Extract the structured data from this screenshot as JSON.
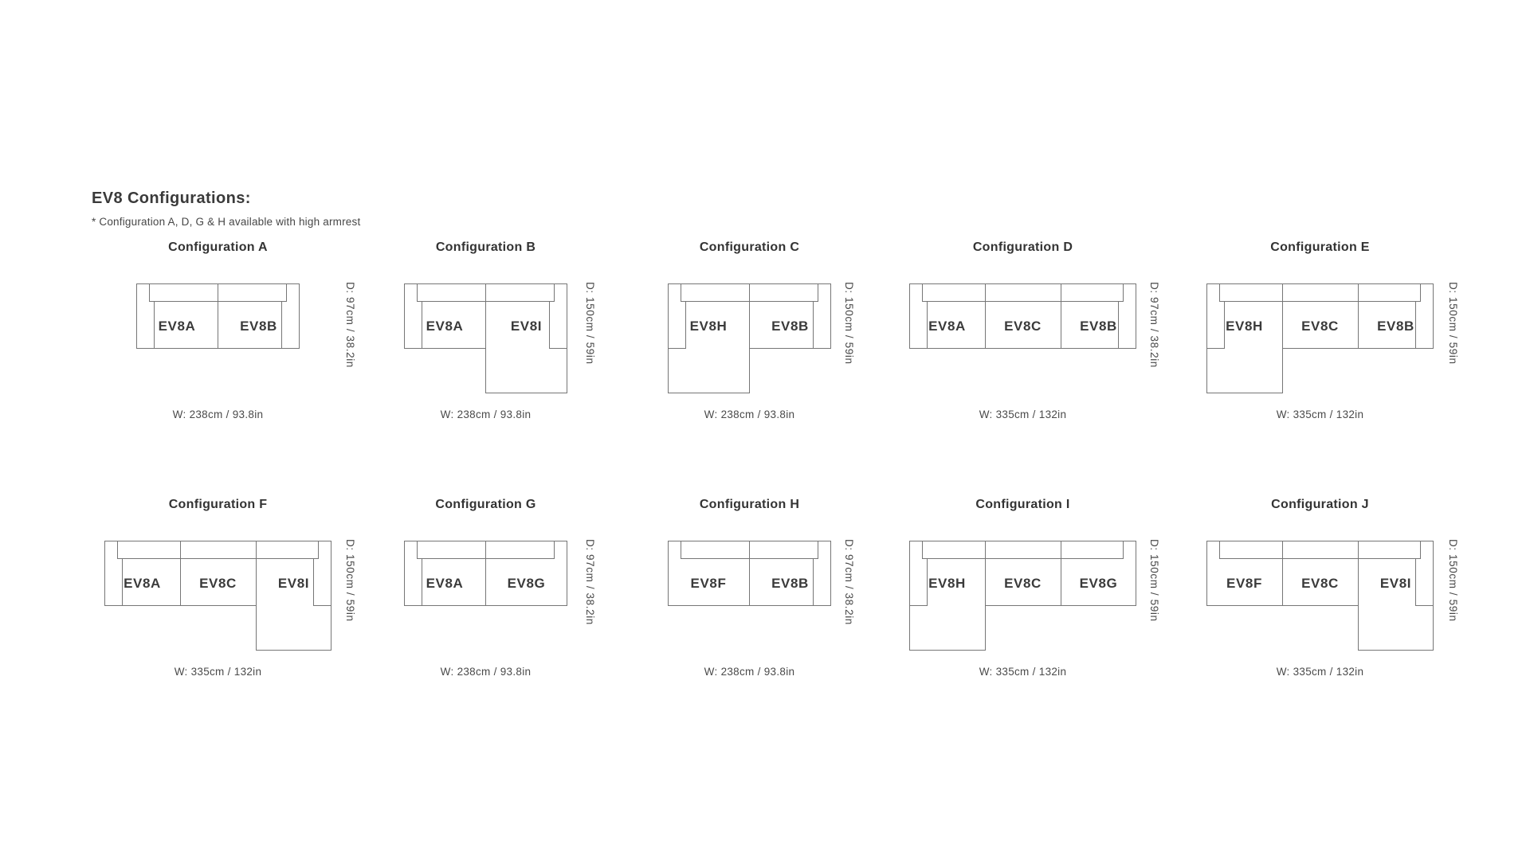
{
  "page": {
    "title": "EV8 Configurations:",
    "note": "* Configuration A, D, G & H available with high armrest"
  },
  "configs": [
    {
      "id": "A",
      "title": "Configuration A",
      "layout": "straight-2",
      "modules": [
        "EV8A",
        "EV8B"
      ],
      "depth_label": "D: 97cm / 38.2in",
      "width_label": "W: 238cm / 93.8in"
    },
    {
      "id": "B",
      "title": "Configuration B",
      "layout": "right-chaise-2",
      "modules": [
        "EV8A",
        "EV8I"
      ],
      "depth_label": "D: 150cm / 59in",
      "width_label": "W: 238cm / 93.8in"
    },
    {
      "id": "C",
      "title": "Configuration C",
      "layout": "left-chaise-2",
      "modules": [
        "EV8H",
        "EV8B"
      ],
      "depth_label": "D: 150cm / 59in",
      "width_label": "W: 238cm / 93.8in"
    },
    {
      "id": "D",
      "title": "Configuration D",
      "layout": "straight-3",
      "modules": [
        "EV8A",
        "EV8C",
        "EV8B"
      ],
      "depth_label": "D: 97cm / 38.2in",
      "width_label": "W: 335cm / 132in"
    },
    {
      "id": "E",
      "title": "Configuration E",
      "layout": "left-chaise-3",
      "modules": [
        "EV8H",
        "EV8C",
        "EV8B"
      ],
      "depth_label": "D: 150cm / 59in",
      "width_label": "W: 335cm / 132in"
    },
    {
      "id": "F",
      "title": "Configuration F",
      "layout": "right-chaise-3",
      "modules": [
        "EV8A",
        "EV8C",
        "EV8I"
      ],
      "depth_label": "D: 150cm / 59in",
      "width_label": "W: 335cm / 132in"
    },
    {
      "id": "G",
      "title": "Configuration G",
      "layout": "straight-2-open-right",
      "modules": [
        "EV8A",
        "EV8G"
      ],
      "depth_label": "D: 97cm / 38.2in",
      "width_label": "W: 238cm / 93.8in"
    },
    {
      "id": "H",
      "title": "Configuration H",
      "layout": "straight-2-open-left",
      "modules": [
        "EV8F",
        "EV8B"
      ],
      "depth_label": "D: 97cm / 38.2in",
      "width_label": "W: 238cm / 93.8in"
    },
    {
      "id": "I",
      "title": "Configuration I",
      "layout": "left-chaise-3-open-right",
      "modules": [
        "EV8H",
        "EV8C",
        "EV8G"
      ],
      "depth_label": "D: 150cm / 59in",
      "width_label": "W: 335cm / 132in"
    },
    {
      "id": "J",
      "title": "Configuration J",
      "layout": "right-chaise-3-open-left",
      "modules": [
        "EV8F",
        "EV8C",
        "EV8I"
      ],
      "depth_label": "D: 150cm / 59in",
      "width_label": "W: 335cm / 132in"
    }
  ]
}
